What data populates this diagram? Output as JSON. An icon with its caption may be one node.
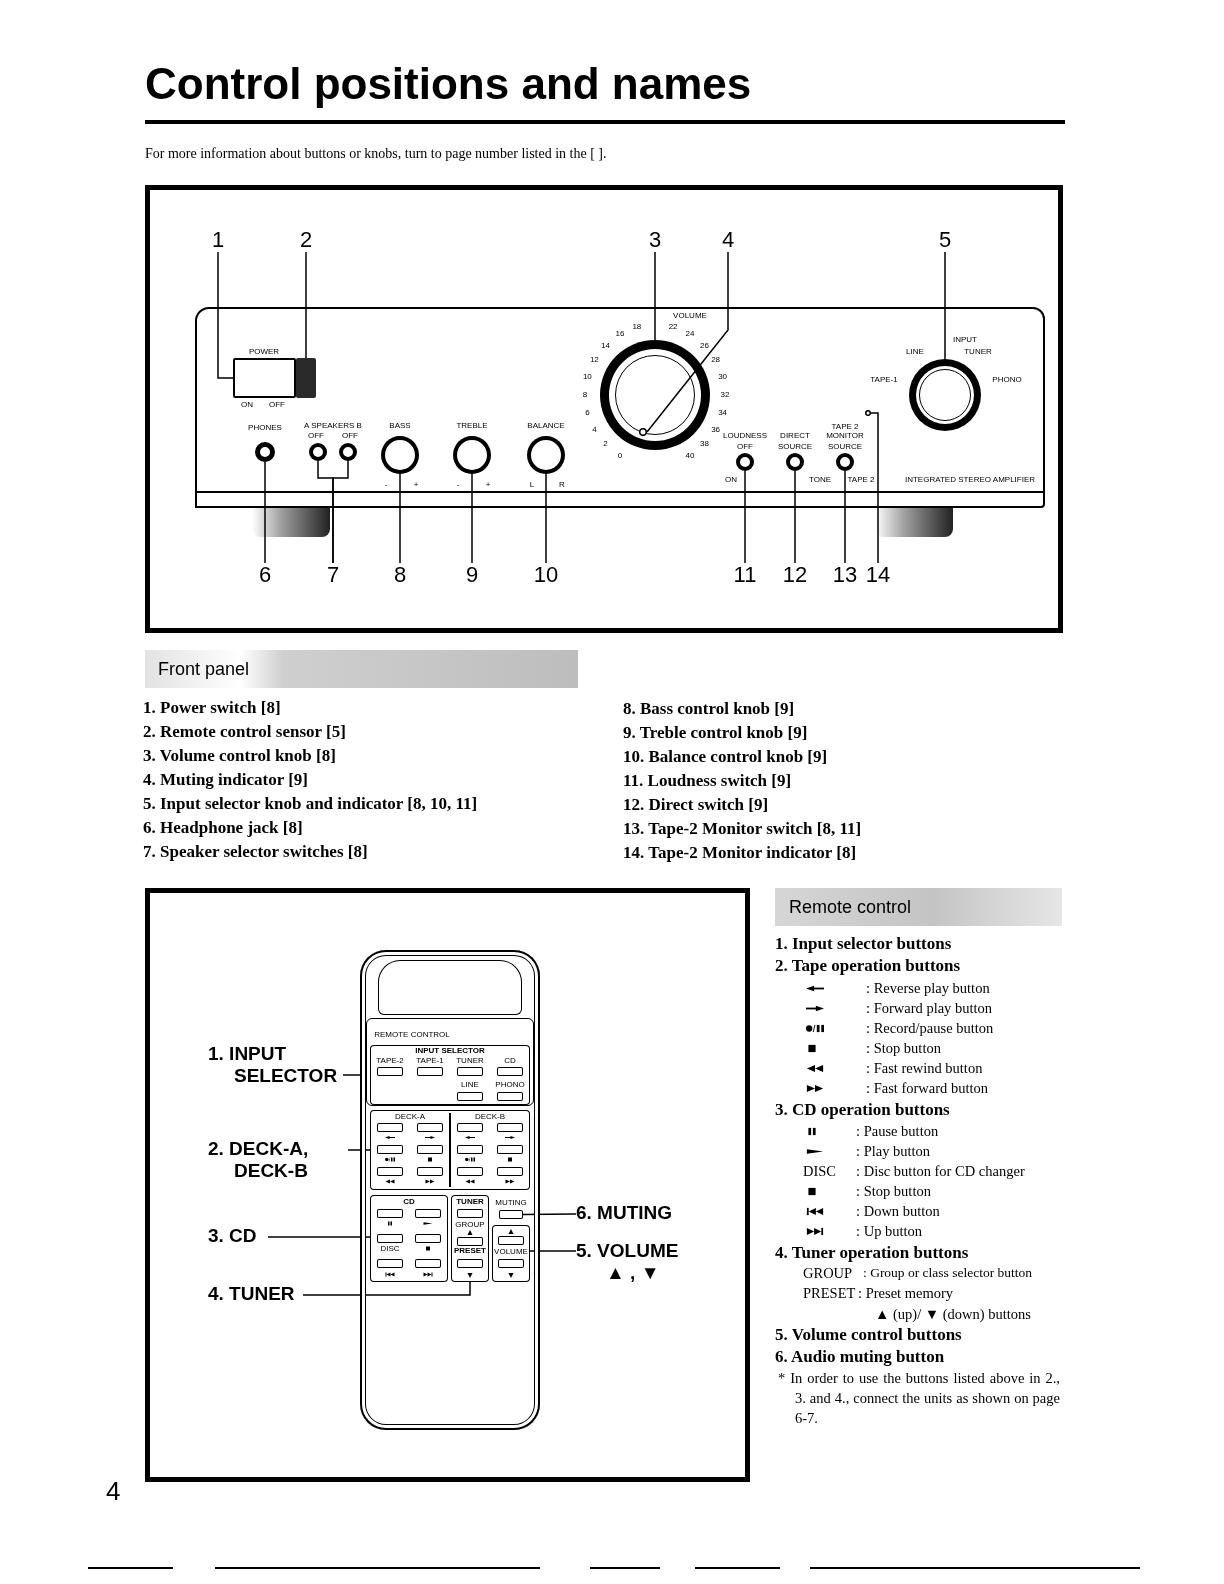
{
  "diagram": {
    "title": "Control positions and names",
    "nodes": [
      {
        "text": [
          "1"
        ]
      },
      {
        "text": [
          "2"
        ]
      },
      {
        "text": [
          "3"
        ]
      },
      {
        "text": [
          "4"
        ]
      },
      {
        "text": [
          "5"
        ]
      },
      {
        "text": [],
        "shape": "box",
        "beside": [
          "POWER",
          "ON",
          "OFF"
        ]
      },
      {
        "text": [],
        "shape": "box"
      },
      {
        "text": [],
        "shape": "circle",
        "beside": [
          "VOLUME"
        ]
      },
      {
        "text": [],
        "shape": "circle",
        "in": 7
      },
      {
        "text": [],
        "shape": "circle",
        "beside": [
          "INPUT",
          "LINE",
          "TUNER",
          "TAPE-1",
          "PHONO"
        ]
      },
      {
        "text": [],
        "shape": "circle",
        "beside": [
          "PHONES"
        ]
      },
      {
        "text": [],
        "shape": "circle",
        "beside": [
          "OFF"
        ]
      },
      {
        "text": [],
        "shape": "circle",
        "beside": [
          "OFF"
        ]
      },
      {
        "text": [],
        "shape": "circle",
        "beside": [
          "BASS",
          "-",
          "+"
        ]
      },
      {
        "text": [],
        "shape": "circle",
        "beside": [
          "TREBLE",
          "-",
          "+"
        ]
      },
      {
        "text": [],
        "shape": "circle",
        "beside": [
          "BALANCE",
          "L",
          "R"
        ]
      },
      {
        "text": [],
        "shape": "circle",
        "beside": [
          "LOUDNESS",
          "OFF",
          "ON"
        ]
      },
      {
        "text": [],
        "shape": "circle",
        "beside": [
          "DIRECT",
          "SOURCE",
          "TONE"
        ]
      },
      {
        "text": [],
        "shape": "circle",
        "beside": [
          "TAPE 2 MONITOR",
          "SOURCE",
          "TAPE 2"
        ]
      },
      {
        "text": [],
        "shape": "circle"
      },
      {
        "text": [
          "6"
        ]
      },
      {
        "text": [
          "7"
        ]
      },
      {
        "text": [
          "8"
        ]
      },
      {
        "text": [
          "9"
        ]
      },
      {
        "text": [
          "10"
        ]
      },
      {
        "text": [
          "11"
        ]
      },
      {
        "text": [
          "12"
        ]
      },
      {
        "text": [
          "13"
        ]
      },
      {
        "text": [
          "14"
        ]
      },
      {
        "text": [
          "1. INPUT SELECTOR"
        ]
      },
      {
        "text": [
          "2. DECK-A, DECK-B"
        ]
      },
      {
        "text": [
          "3. CD"
        ]
      },
      {
        "text": [
          "4. TUNER"
        ]
      },
      {
        "text": [
          "6. MUTING"
        ]
      },
      {
        "text": [
          "5. VOLUME",
          "▲ , ▼"
        ]
      },
      {
        "text": [
          "REMOTE CONTROL"
        ]
      },
      {
        "text": [
          "INPUT SELECTOR",
          "TAPE-2",
          "TAPE-1",
          "TUNER",
          "CD",
          "LINE",
          "PHONO"
        ],
        "in": 35
      },
      {
        "text": [
          "DECK-A",
          "DECK-B"
        ],
        "in": 35
      },
      {
        "text": [
          "CD",
          "DISC"
        ],
        "in": 35
      },
      {
        "text": [
          "TUNER",
          "GROUP",
          "PRESET"
        ],
        "in": 35
      },
      {
        "text": [],
        "shape": "box",
        "in": 35,
        "beside": [
          "MUTING"
        ]
      },
      {
        "text": [
          "VOLUME"
        ],
        "in": 35
      },
      {
        "text": [],
        "shape": "box",
        "in": 35
      }
    ],
    "edges": [
      {
        "from": 0,
        "to": 5,
        "arrow": "none"
      },
      {
        "from": 1,
        "to": 6,
        "arrow": "none"
      },
      {
        "from": 2,
        "to": 7,
        "arrow": "none"
      },
      {
        "from": 3,
        "to": 8,
        "arrow": "none"
      },
      {
        "from": 4,
        "to": 9,
        "arrow": "none"
      },
      {
        "from": 20,
        "to": 10,
        "arrow": "none"
      },
      {
        "from": 21,
        "to": 11,
        "arrow": "none"
      },
      {
        "from": 21,
        "to": 12,
        "arrow": "none"
      },
      {
        "from": 22,
        "to": 13,
        "arrow": "none"
      },
      {
        "from": 23,
        "to": 14,
        "arrow": "none"
      },
      {
        "from": 24,
        "to": 15,
        "arrow": "none"
      },
      {
        "from": 25,
        "to": 16,
        "arrow": "none"
      },
      {
        "from": 26,
        "to": 17,
        "arrow": "none"
      },
      {
        "from": 27,
        "to": 18,
        "arrow": "none"
      },
      {
        "from": 28,
        "to": 19,
        "arrow": "none"
      },
      {
        "from": 29,
        "to": 36,
        "arrow": "none"
      },
      {
        "from": 30,
        "to": 37,
        "arrow": "none"
      },
      {
        "from": 31,
        "to": 38,
        "arrow": "none"
      },
      {
        "from": 32,
        "to": 39,
        "arrow": "none"
      },
      {
        "from": 33,
        "to": 40,
        "arrow": "none"
      },
      {
        "from": 34,
        "to": 41,
        "arrow": "none"
      }
    ],
    "labels": [
      "For more information about buttons or knobs, turn to page number listed in the [ ].",
      "A SPEAKERS B",
      "0",
      "2",
      "4",
      "6",
      "8",
      "10",
      "12",
      "14",
      "16",
      "18",
      "22",
      "24",
      "26",
      "28",
      "30",
      "32",
      "34",
      "36",
      "38",
      "40",
      "INTEGRATED STEREO AMPLIFIER",
      "Front panel",
      "1. Power switch [8]",
      "2. Remote control sensor [5]",
      "3. Volume control knob [8]",
      "4. Muting indicator [9]",
      "5. Input selector knob and indicator [8, 10, 11]",
      "6. Headphone jack [8]",
      "7. Speaker selector switches [8]",
      "8. Bass control knob [9]",
      "9. Treble control knob [9]",
      "10. Balance control knob [9]",
      "11. Loudness switch [9]",
      "12. Direct switch [9]",
      "13. Tape-2 Monitor switch [8, 11]",
      "14. Tape-2 Monitor indicator [8]",
      "Remote control",
      "1. Input selector buttons",
      "2. Tape operation buttons",
      ": Reverse play button",
      ": Forward play button",
      ": Record/pause button",
      ": Stop button",
      ": Fast rewind button",
      ": Fast forward button",
      "3. CD operation buttons",
      ": Pause button",
      ": Play button",
      "DISC",
      ": Disc button for CD changer",
      ": Stop button",
      ": Down button",
      ": Up button",
      "4. Tuner operation buttons",
      "GROUP",
      ": Group or class selector button",
      "PRESET",
      ": Preset memory",
      "▲ (up)/ ▼ (down) buttons",
      "5. Volume control buttons",
      "6. Audio muting button",
      "* In order to use the buttons listed above in 2., 3. and 4., connect the units as shown on page 6-7.",
      "4"
    ]
  }
}
